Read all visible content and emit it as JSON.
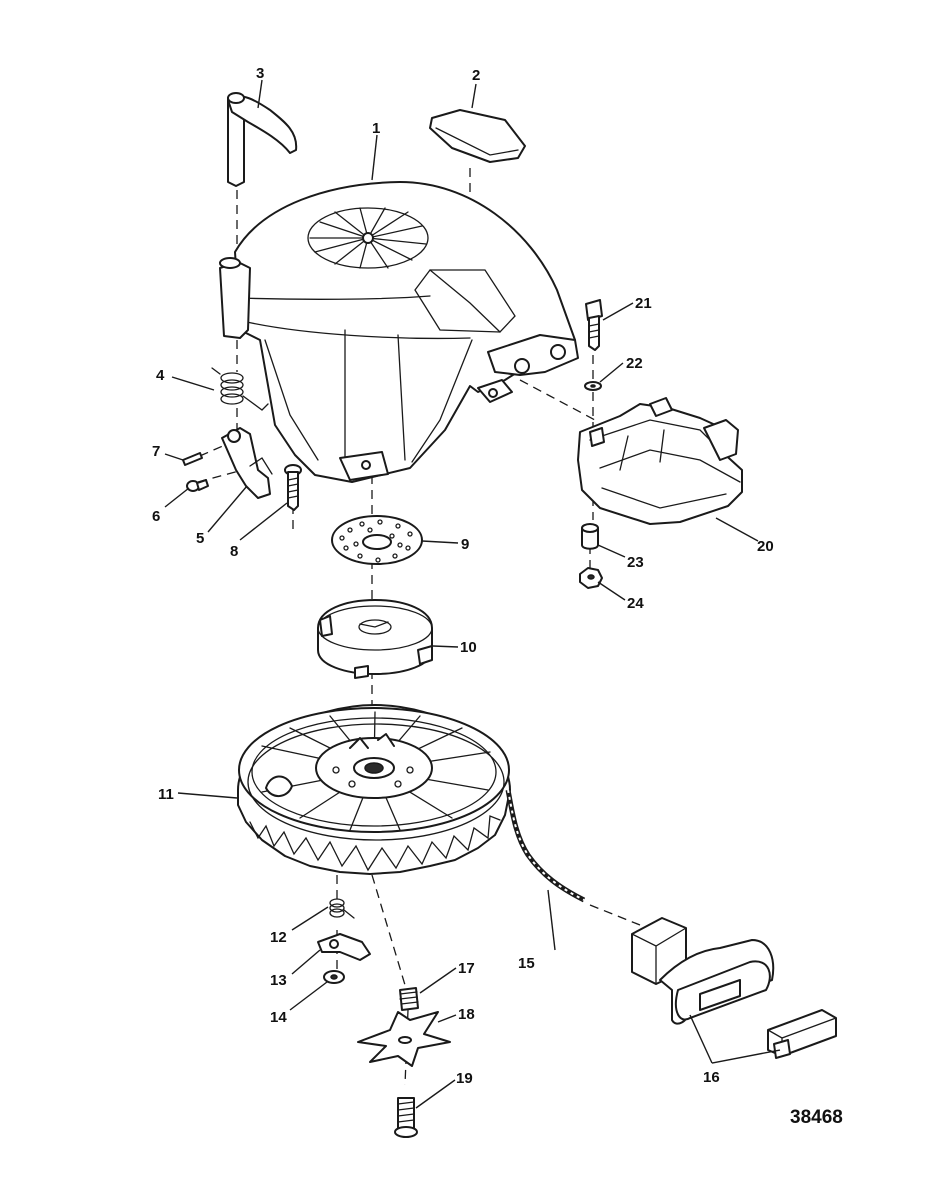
{
  "figure_number": "38468",
  "callouts": {
    "c1": "1",
    "c2": "2",
    "c3": "3",
    "c4": "4",
    "c5": "5",
    "c6": "6",
    "c7": "7",
    "c8": "8",
    "c9": "9",
    "c10": "10",
    "c11": "11",
    "c12": "12",
    "c13": "13",
    "c14": "14",
    "c15": "15",
    "c16": "16",
    "c17": "17",
    "c18": "18",
    "c19": "19",
    "c20": "20",
    "c21": "21",
    "c22": "22",
    "c23": "23",
    "c24": "24"
  }
}
